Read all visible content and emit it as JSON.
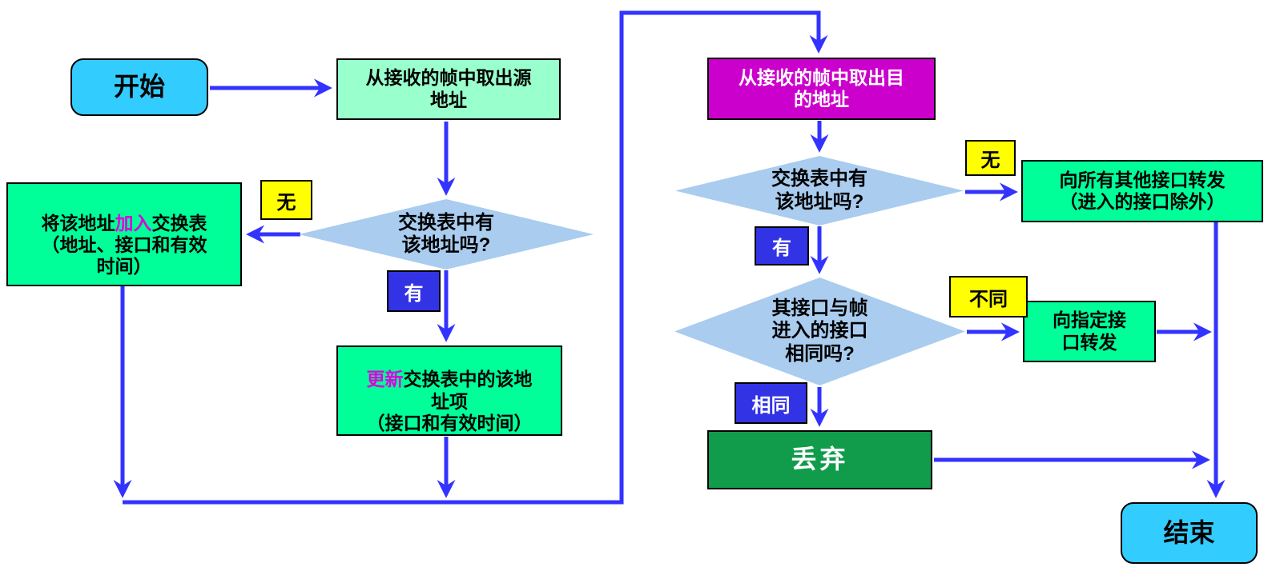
{
  "flowchart": {
    "nodes": {
      "start": "开始",
      "extract_source": "从接收的帧中取出源\n地址",
      "decision_source": "交换表中有\n该地址吗?",
      "add_entry": {
        "pre": "将该地址",
        "highlight": "加入",
        "post": "交换表\n（地址、接口和有效\n时间）"
      },
      "update_entry": {
        "highlight": "更新",
        "post": "交换表中的该地\n址项\n（接口和有效时间）"
      },
      "extract_destination": "从接收的帧中取出目\n的地址",
      "decision_destination": "交换表中有\n该地址吗?",
      "flood": "向所有其他接口转发\n（进入的接口除外）",
      "decision_port": "其接口与帧\n进入的接口\n相同吗?",
      "forward": "向指定接\n口转发",
      "discard": "丢弃",
      "end": "结束"
    },
    "branch_labels": {
      "source_absent": "无",
      "source_present": "有",
      "destination_absent": "无",
      "destination_present": "有",
      "port_different": "不同",
      "port_same": "相同"
    },
    "colors": {
      "arrow_blue": "#3333FF",
      "terminal_cyan": "#33CCFF",
      "process_pale_green": "#99FFCC",
      "process_spring_green": "#00FF99",
      "discard_green": "#109C4B",
      "destination_magenta": "#CC00CC",
      "decision_light_blue": "#A9CCEF",
      "label_yellow": "#FFFF00",
      "label_blue": "#3333E6",
      "highlight_magenta": "#DD00DD",
      "border_black": "#000000"
    }
  }
}
